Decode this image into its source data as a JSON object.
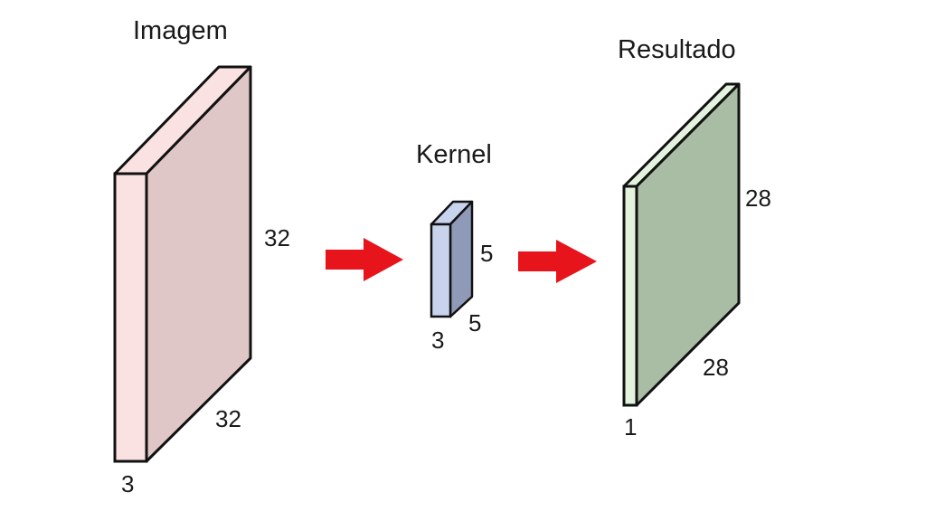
{
  "image_block": {
    "title": "Imagem",
    "height_label": "32",
    "width_label": "32",
    "depth_label": "3",
    "front_color": "#fbe2e2",
    "side_color": "#dfc7c7"
  },
  "kernel_block": {
    "title": "Kernel",
    "height_label": "5",
    "width_label": "5",
    "depth_label": "3",
    "front_color": "#c8d4ee",
    "side_color": "#8f9ab8"
  },
  "result_block": {
    "title": "Resultado",
    "height_label": "28",
    "width_label": "28",
    "depth_label": "1",
    "front_color": "#e3f3de",
    "side_color": "#a9bda5"
  },
  "arrow_color": "#e8141c"
}
